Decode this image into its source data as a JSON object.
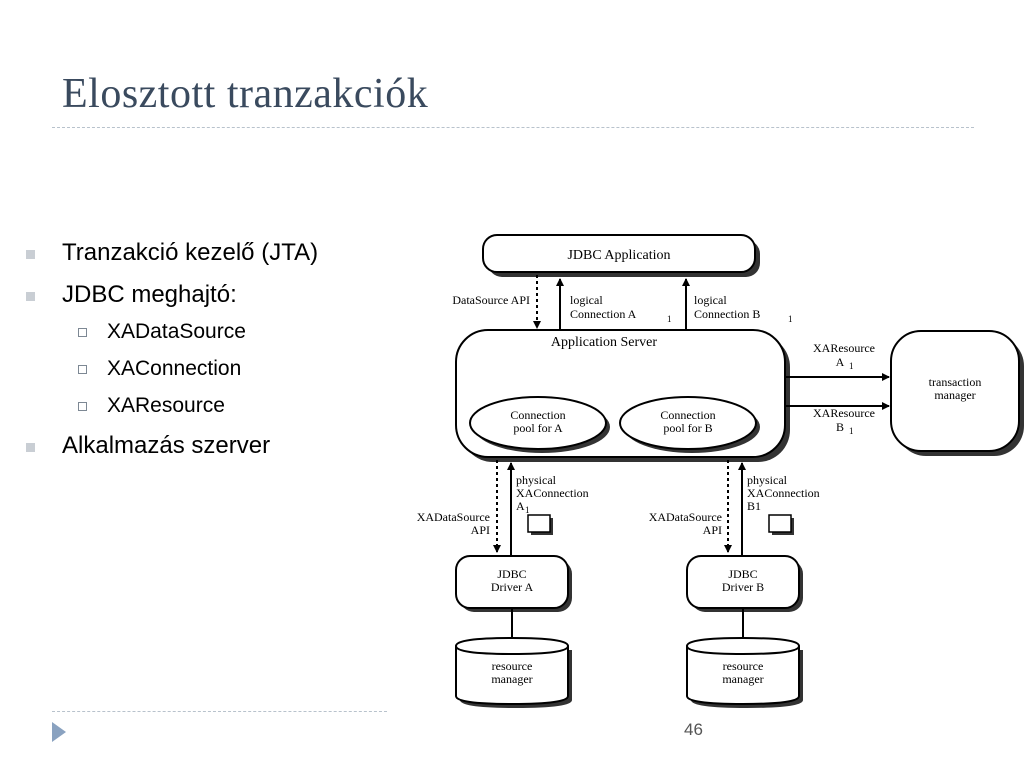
{
  "title": "Elosztott tranzakciók",
  "bullets": {
    "b1": "Tranzakció kezelő (JTA)",
    "b2": "JDBC meghajtó:",
    "sub1": "XADataSource",
    "sub2": "XAConnection",
    "sub3": "XAResource",
    "b3": "Alkalmazás szerver"
  },
  "diagram": {
    "jdbc_app": "JDBC Application",
    "datasource_api": "DataSource API",
    "logical": "logical",
    "conn_a": "Connection A",
    "conn_b": "Connection B",
    "sub_1": "1",
    "app_server": "Application Server",
    "pool_a_1": "Connection",
    "pool_a_2": "pool for A",
    "pool_b_1": "Connection",
    "pool_b_2": "pool for B",
    "xares": "XAResource",
    "xares_a": "A",
    "xares_b": "B",
    "tm_1": "transaction",
    "tm_2": "manager",
    "physical": "physical",
    "xaconn": "XAConnection",
    "phys_a": "A",
    "phys_b": "B1",
    "xads": "XADataSource",
    "api": "API",
    "jdbc": "JDBC",
    "driver_a": "Driver A",
    "driver_b": "Driver B",
    "rm_1": "resource",
    "rm_2": "manager"
  },
  "page_number": "46"
}
